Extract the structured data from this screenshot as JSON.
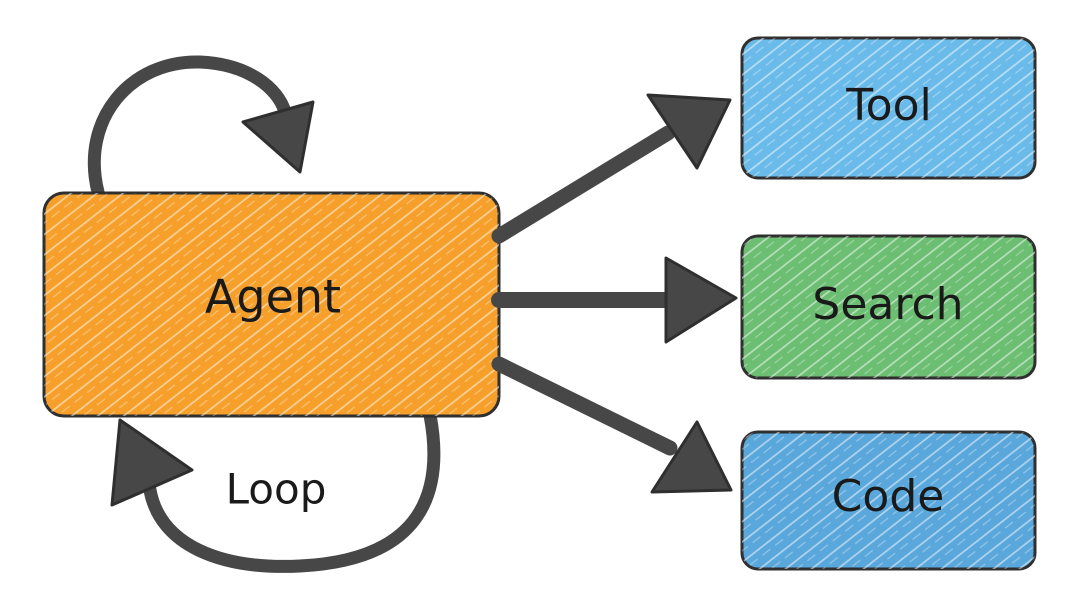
{
  "nodes": {
    "agent": {
      "label": "Agent",
      "color": "#f6a02b"
    },
    "tool": {
      "label": "Tool",
      "color": "#6bbbea"
    },
    "search": {
      "label": "Search",
      "color": "#6bbe72"
    },
    "code": {
      "label": "Code",
      "color": "#5aa7dc"
    }
  },
  "loop_label": "Loop",
  "colors": {
    "outline": "#2f2f2f",
    "arrow": "#474747",
    "text": "#1a1a1a"
  }
}
